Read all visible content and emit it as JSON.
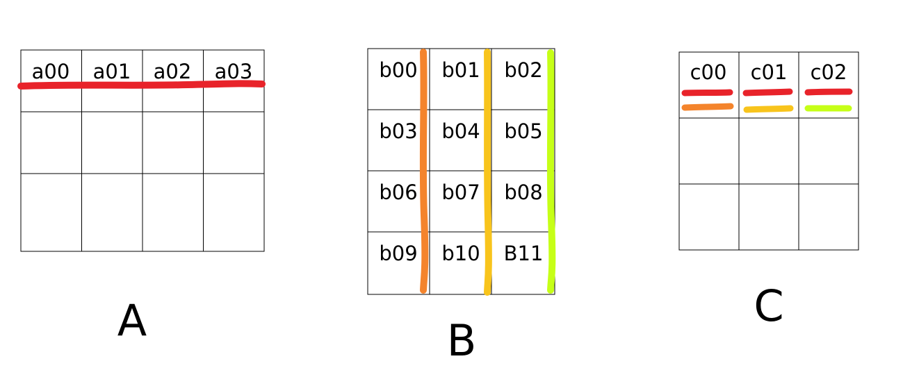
{
  "colors": {
    "red": "#e8232a",
    "orange": "#f4842c",
    "yellow": "#f8c41c",
    "lime": "#c6ff17",
    "grid": "#000000"
  },
  "matrices": [
    {
      "title": "A",
      "rows": 3,
      "cols": 4,
      "labels": [
        "a00",
        "a01",
        "a02",
        "a03"
      ]
    },
    {
      "title": "B",
      "rows": 4,
      "cols": 3,
      "labels": [
        "b00",
        "b01",
        "b02",
        "b03",
        "b04",
        "b05",
        "b06",
        "b07",
        "b08",
        "b09",
        "b10",
        "B11"
      ]
    },
    {
      "title": "C",
      "rows": 3,
      "cols": 3,
      "labels": [
        "c00",
        "c01",
        "c02"
      ]
    }
  ],
  "highlights": {
    "A": [
      {
        "type": "row",
        "row": 0,
        "color": "red"
      }
    ],
    "B": [
      {
        "type": "column",
        "col": 0,
        "color": "orange"
      },
      {
        "type": "column",
        "col": 1,
        "color": "yellow"
      },
      {
        "type": "column",
        "col": 2,
        "color": "lime"
      }
    ],
    "C": [
      {
        "cell": "c00",
        "colors": [
          "red",
          "orange"
        ]
      },
      {
        "cell": "c01",
        "colors": [
          "red",
          "yellow"
        ]
      },
      {
        "cell": "c02",
        "colors": [
          "red",
          "lime"
        ]
      }
    ]
  }
}
